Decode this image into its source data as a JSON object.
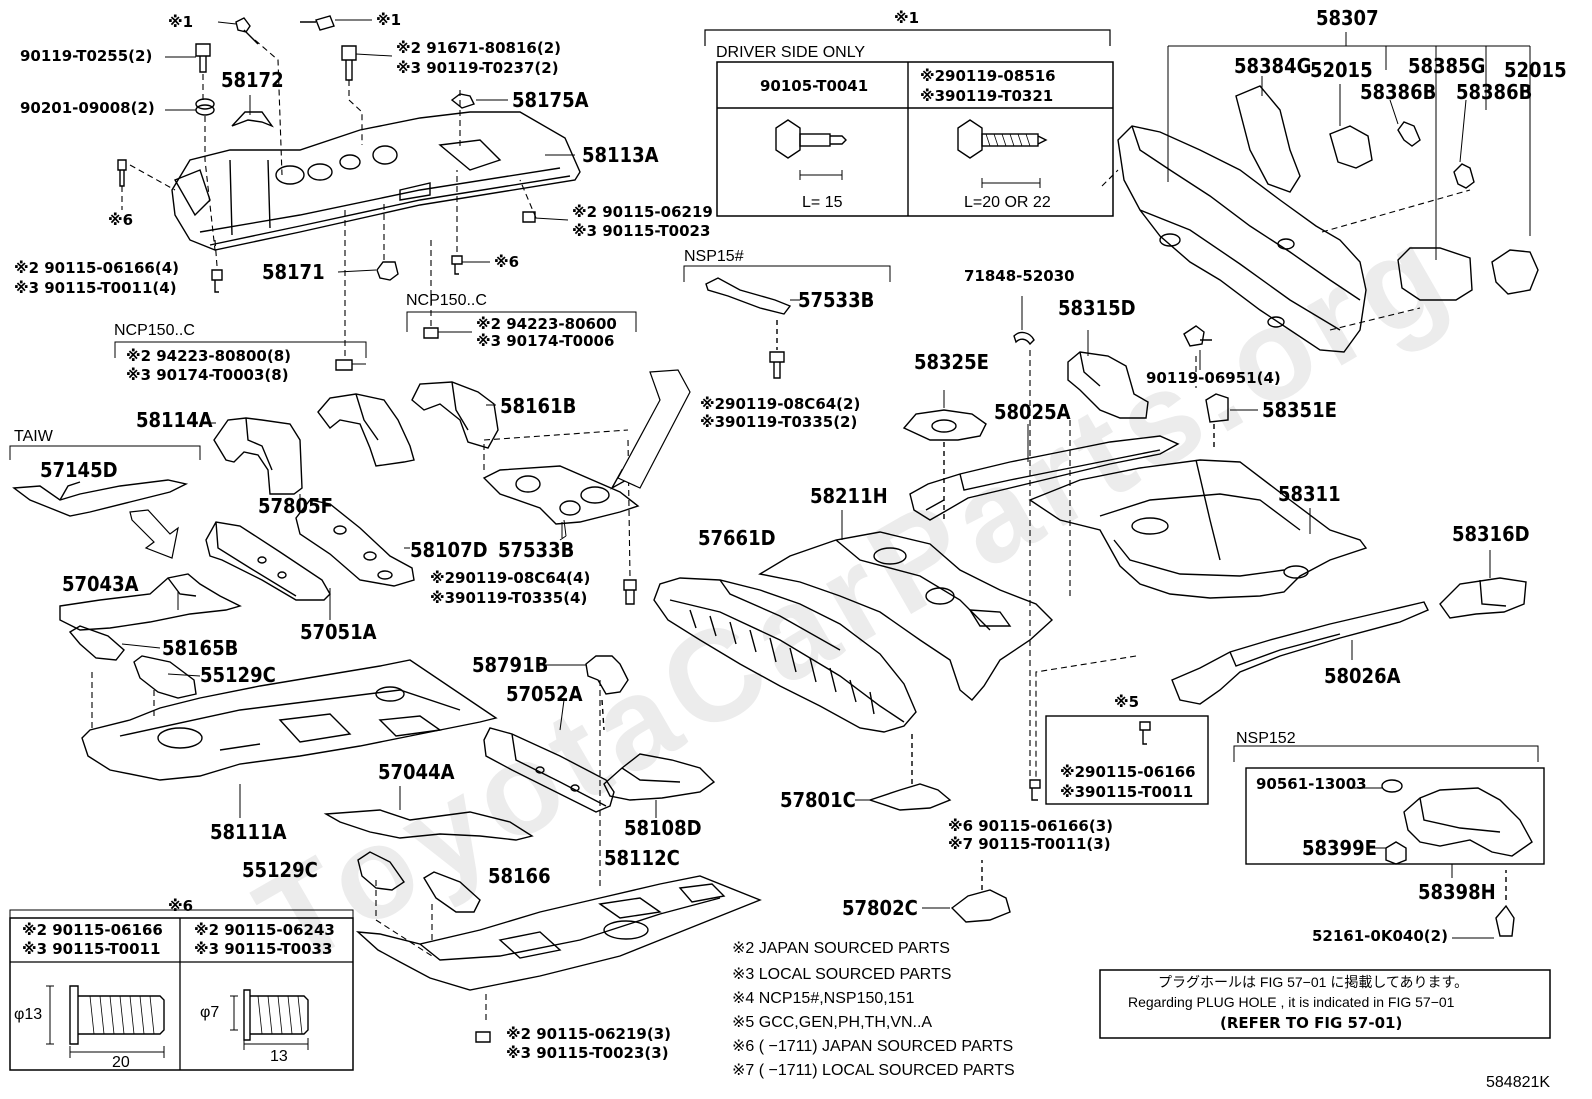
{
  "watermark": "ToyotaCarParts.org",
  "labels": {
    "l58172": "58172",
    "l58175A": "58175A",
    "l58113A": "58113A",
    "l58171": "58171",
    "l58114A": "58114A",
    "l58161B": "58161B",
    "l57805F": "57805F",
    "l57145D": "57145D",
    "l58107D": "58107D",
    "l57533B_a": "57533B",
    "l57533B_b": "57533B",
    "l57043A": "57043A",
    "l57051A": "57051A",
    "l58165B": "58165B",
    "l55129C_a": "55129C",
    "l58791B": "58791B",
    "l57052A": "57052A",
    "l58111A": "58111A",
    "l57044A": "57044A",
    "l58108D": "58108D",
    "l58112C": "58112C",
    "l55129C_b": "55129C",
    "l58166": "58166",
    "l58211H": "58211H",
    "l57661D": "57661D",
    "l58325E": "58325E",
    "l58025A": "58025A",
    "l58315D": "58315D",
    "l58351E": "58351E",
    "l58311": "58311",
    "l58316D": "58316D",
    "l58026A": "58026A",
    "l57801C": "57801C",
    "l57802C": "57802C",
    "l58307": "58307",
    "l58384G": "58384G",
    "l52015_a": "52015",
    "l58385G": "58385G",
    "l52015_b": "52015",
    "l58386B_a": "58386B",
    "l58386B_b": "58386B",
    "l58399E": "58399E",
    "l58398H": "58398H"
  },
  "small": {
    "s1a": "※1",
    "s1b": "※1",
    "s1top": "※1",
    "p90119_T0255": "90119-T0255(2)",
    "p90201": "90201-09008(2)",
    "p91671": "※2 91671-80816(2)",
    "p90119_T0237": "※3 90119-T0237(2)",
    "s6a": "※6",
    "s6b": "※6",
    "p90115_06219": "※2 90115-06219",
    "p90115_T0023": "※3 90115-T0023",
    "p90115_06166_4": "※2 90115-06166(4)",
    "p90115_T0011_4": "※3 90115-T0011(4)",
    "ncp150_a": "NCP150..C",
    "ncp150_b": "NCP150..C",
    "p94223_80800": "※2 94223-80800(8)",
    "p90174_T0003": "※3 90174-T0003(8)",
    "p94223_80600": "※2 94223-80600",
    "p90174_T0006": "※3 90174-T0006",
    "nsp15": "NSP15#",
    "p90119_08C64_2": "※290119-08C64(2)",
    "p90119_T0335_2": "※390119-T0335(2)",
    "p90119_08C64_4": "※290119-08C64(4)",
    "p90119_T0335_4": "※390119-T0335(4)",
    "taiw": "TAIW",
    "p71848": "71848-52030",
    "p90119_06951": "90119-06951(4)",
    "s5": "※5",
    "p90115_06166_b5": "※290115-06166",
    "p90115_T0011_b5": "※390115-T0011",
    "p90115_06166_3": "※6 90115-06166(3)",
    "p90115_T0011_3": "※7 90115-T0011(3)",
    "nsp152": "NSP152",
    "p90561": "90561-13003",
    "p52161": "52161-0K040(2)",
    "s6box": "※6",
    "p90115_06219_3": "※2 90115-06219(3)",
    "p90115_T0023_3": "※3 90115-T0023(3)",
    "driver_side": "DRIVER SIDE ONLY",
    "d_90105": "90105-T0041",
    "d_90119_08516": "※290119-08516",
    "d_90119_T0321": "※390119-T0321",
    "d_l15": "L= 15",
    "d_l20": "L=20 OR 22",
    "b6_1a": "※2 90115-06166",
    "b6_1b": "※3 90115-T0011",
    "b6_2a": "※2 90115-06243",
    "b6_2b": "※3 90115-T0033",
    "b6_phi13": "φ13",
    "b6_20": "20",
    "b6_phi7": "φ7",
    "b6_13": "13",
    "fig_code": "584821K"
  },
  "notes": [
    "※2  JAPAN SOURCED PARTS",
    "※3  LOCAL SOURCED PARTS",
    "※4  NCP15#,NSP150,151",
    "※5  GCC,GEN,PH,TH,VN..A",
    "※6 (      −1711) JAPAN SOURCED PARTS",
    "※7 (      −1711) LOCAL SOURCED PARTS"
  ],
  "plug_note": {
    "jp": "プラグホールは FIG 57−01 に掲載してあります。",
    "en": "Regarding  PLUG  HOLE , it is indicated in FIG  57−01",
    "ref": "(REFER  TO  FIG 57-01)"
  }
}
